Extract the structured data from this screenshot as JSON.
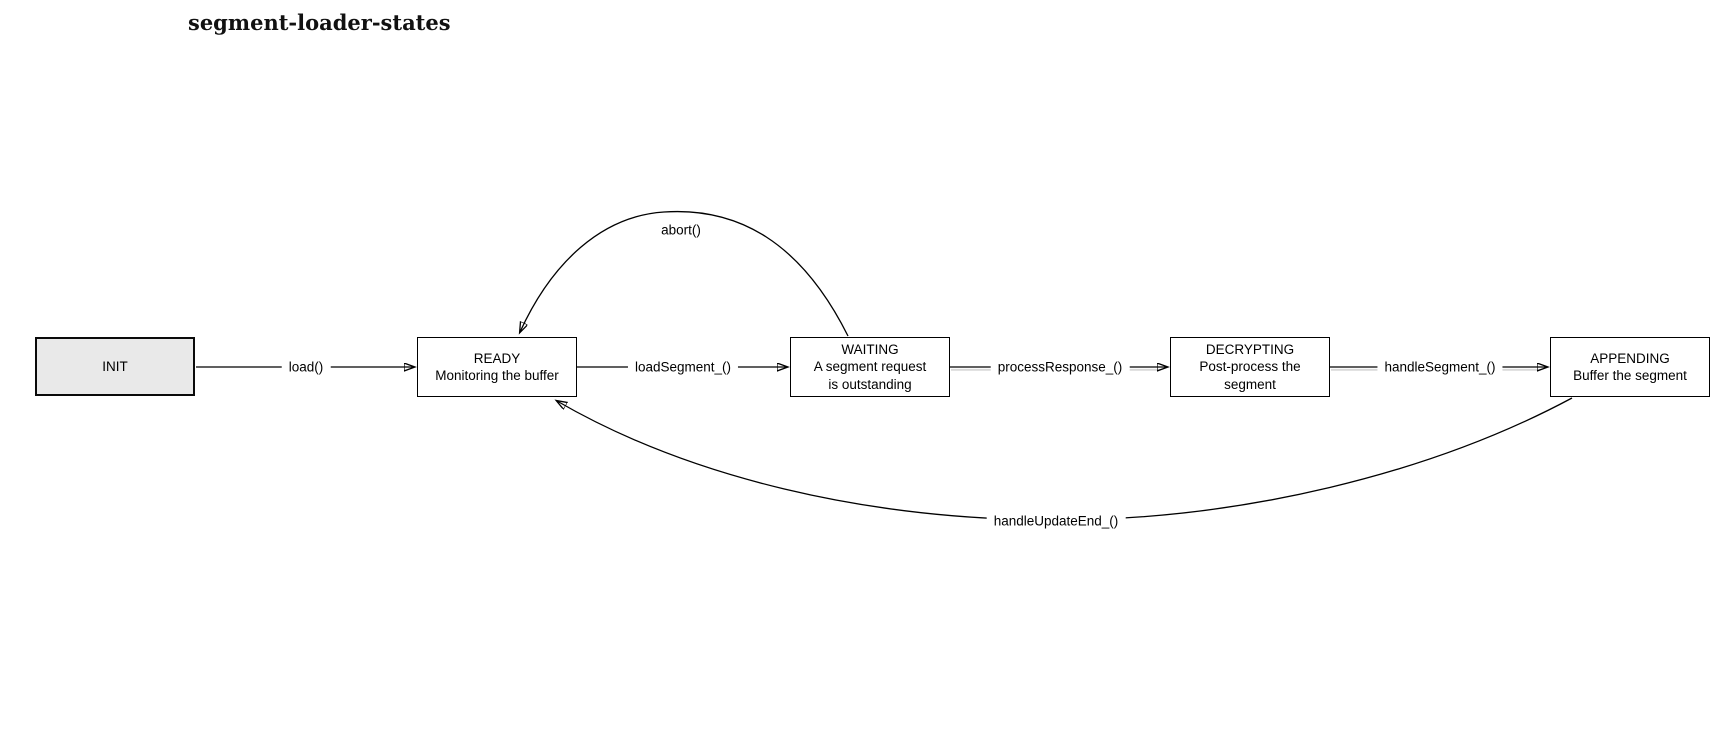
{
  "title": "segment-loader-states",
  "colors": {
    "background": "#ffffff",
    "line": "#000000",
    "box_border": "#000000",
    "init_state_fill": "#e9e9e9",
    "state_fill": "#ffffff",
    "connector_shadow": "#d9d9d9"
  },
  "states": {
    "init": {
      "name": "INIT"
    },
    "ready": {
      "name": "READY",
      "desc1": "Monitoring the buffer"
    },
    "waiting": {
      "name": "WAITING",
      "desc1": "A segment request",
      "desc2": "is outstanding"
    },
    "decrypting": {
      "name": "DECRYPTING",
      "desc1": "Post-process the",
      "desc2": "segment"
    },
    "appending": {
      "name": "APPENDING",
      "desc1": "Buffer the segment"
    }
  },
  "transitions": {
    "load": {
      "label": "load()",
      "from": "INIT",
      "to": "READY"
    },
    "load_segment": {
      "label": "loadSegment_()",
      "from": "READY",
      "to": "WAITING"
    },
    "process_response": {
      "label": "processResponse_()",
      "from": "WAITING",
      "to": "DECRYPTING"
    },
    "handle_segment": {
      "label": "handleSegment_()",
      "from": "DECRYPTING",
      "to": "APPENDING"
    },
    "abort": {
      "label": "abort()",
      "from": "WAITING",
      "to": "READY"
    },
    "handle_update_end": {
      "label": "handleUpdateEnd_()",
      "from": "APPENDING",
      "to": "READY"
    }
  }
}
